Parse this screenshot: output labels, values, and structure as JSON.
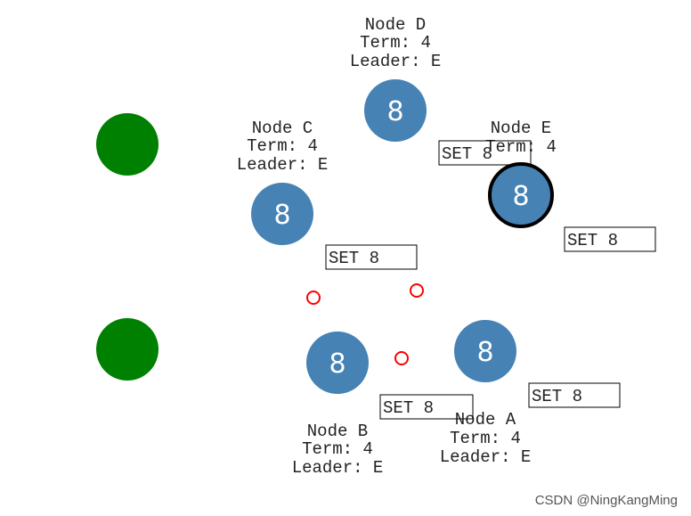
{
  "colors": {
    "node_fill": "#4682b4",
    "client_fill": "#008000",
    "leader_stroke": "#000000",
    "heartbeat_stroke": "#ff0000",
    "message_border": "#000000"
  },
  "clients": [
    {
      "id": "client-1"
    },
    {
      "id": "client-2"
    }
  ],
  "nodes": [
    {
      "id": "D",
      "name": "Node D",
      "term": "Term: 4",
      "leader": "Leader: E",
      "value": "8",
      "is_leader": false
    },
    {
      "id": "C",
      "name": "Node C",
      "term": "Term: 4",
      "leader": "Leader: E",
      "value": "8",
      "is_leader": false
    },
    {
      "id": "E",
      "name": "Node E",
      "term": "Term: 4",
      "leader": "",
      "value": "8",
      "is_leader": true
    },
    {
      "id": "B",
      "name": "Node B",
      "term": "Term: 4",
      "leader": "Leader: E",
      "value": "8",
      "is_leader": false
    },
    {
      "id": "A",
      "name": "Node A",
      "term": "Term: 4",
      "leader": "Leader: E",
      "value": "8",
      "is_leader": false
    }
  ],
  "messages": [
    {
      "id": "msg-e",
      "text": "SET 8"
    },
    {
      "id": "msg-c",
      "text": "SET 8"
    },
    {
      "id": "msg-right",
      "text": "SET 8"
    },
    {
      "id": "msg-b",
      "text": "SET 8"
    },
    {
      "id": "msg-a",
      "text": "SET 8"
    }
  ],
  "heartbeats": [
    {
      "id": "hb-1"
    },
    {
      "id": "hb-2"
    },
    {
      "id": "hb-3"
    }
  ],
  "watermark": "CSDN @NingKangMing"
}
